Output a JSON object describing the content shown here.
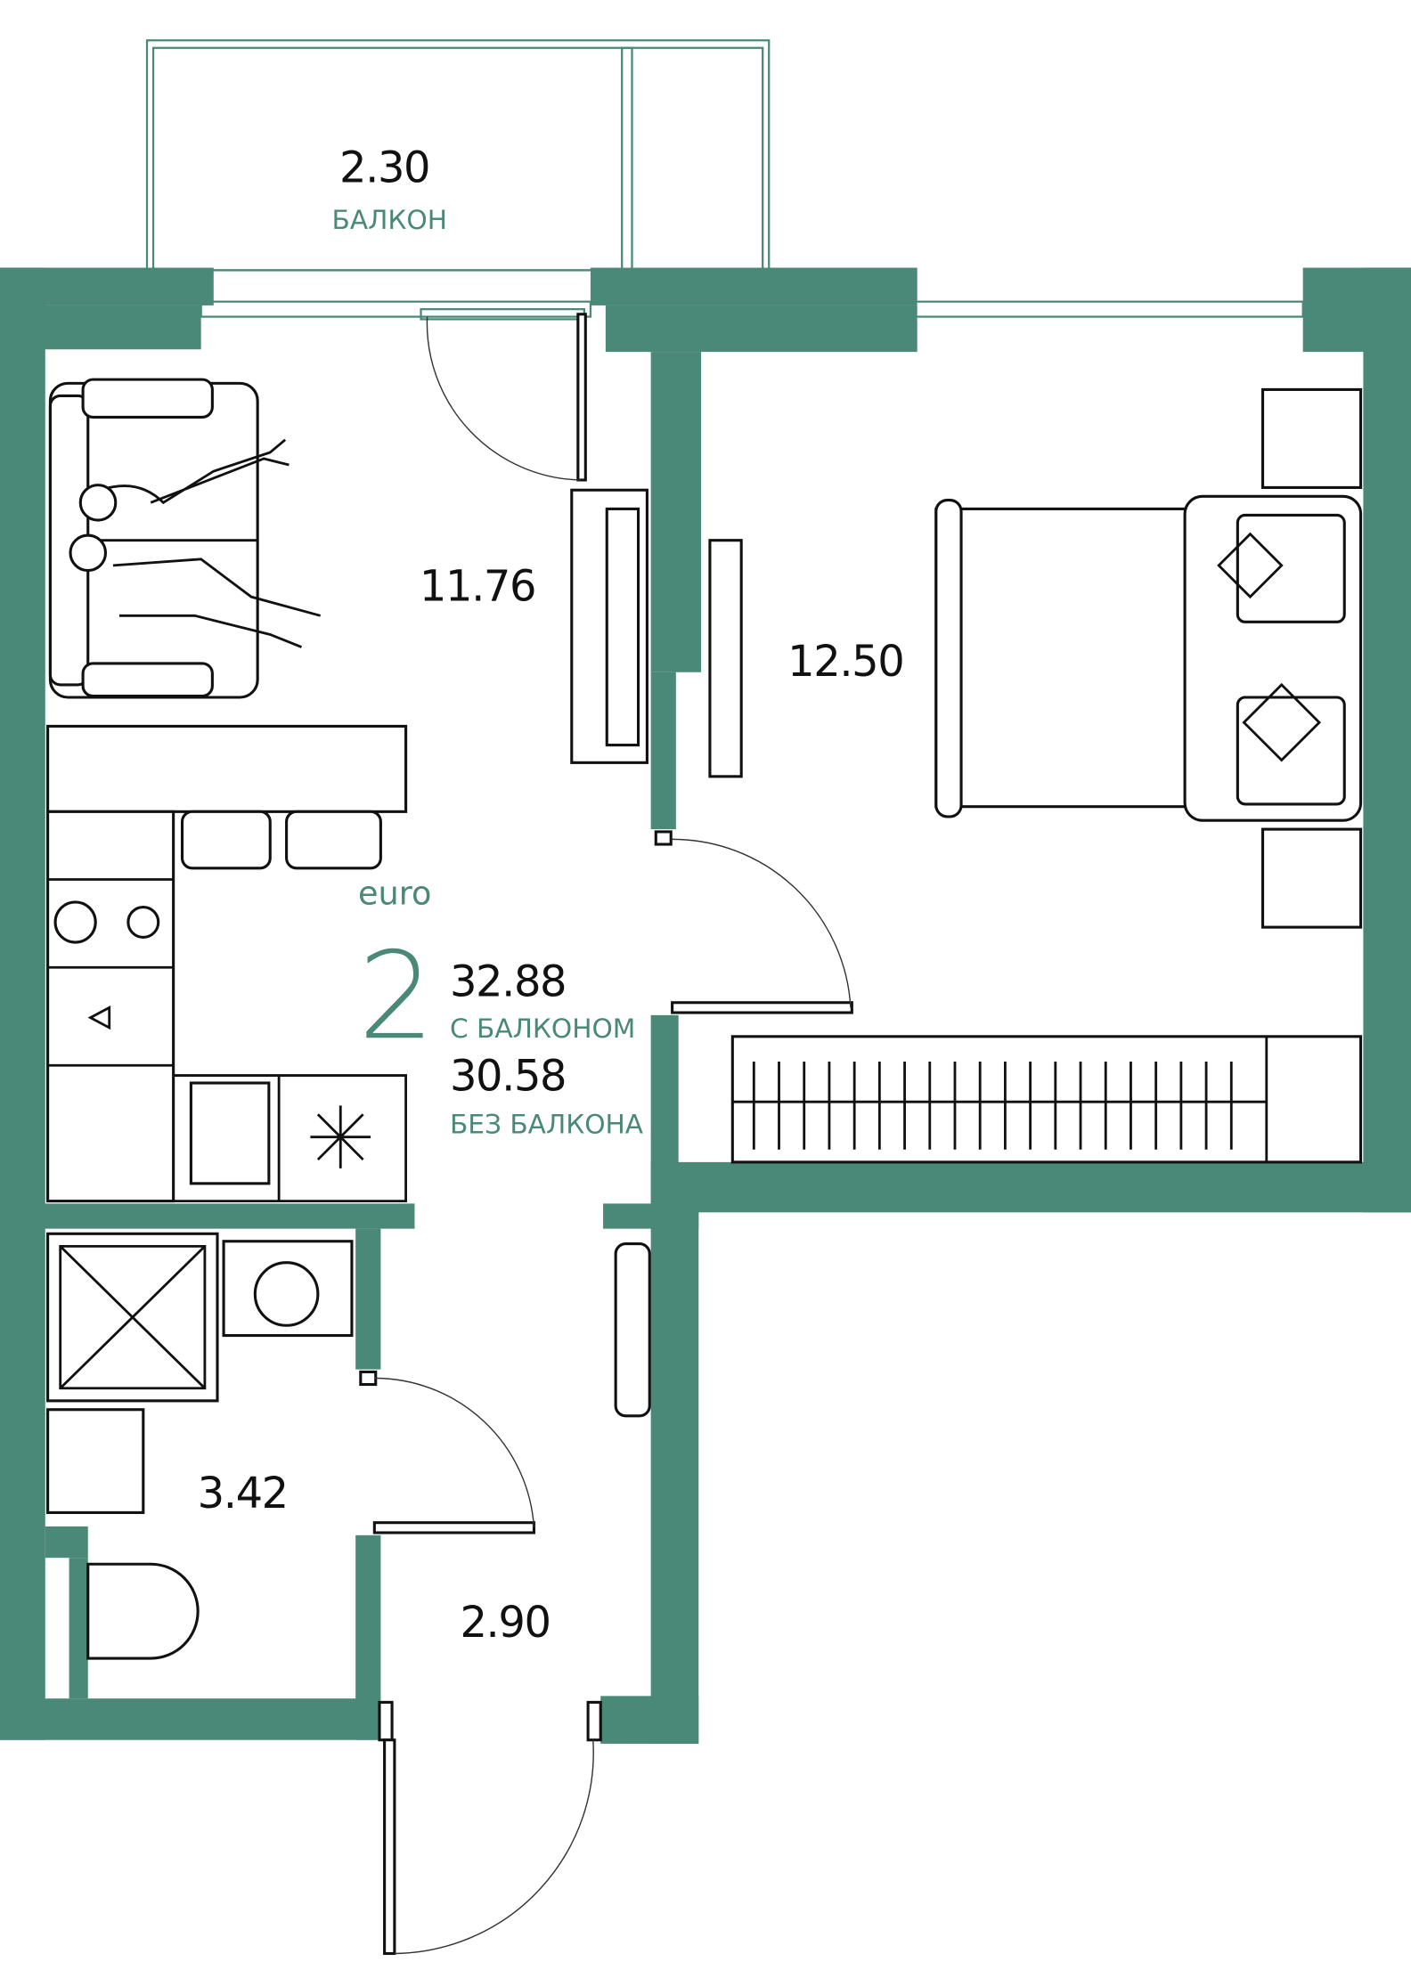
{
  "colors": {
    "wall": "#4a8877",
    "label": "#4a8877",
    "text": "#111111"
  },
  "balcony": {
    "area": "2.30",
    "label": "БАЛКОН"
  },
  "rooms": {
    "living_kitchen": "11.76",
    "bedroom": "12.50",
    "bathroom": "3.42",
    "hall": "2.90"
  },
  "summary": {
    "type_label": "euro",
    "rooms_count": "2",
    "area_with_balcony": "32.88",
    "with_balcony_label": "С БАЛКОНОМ",
    "area_without_balcony": "30.58",
    "without_balcony_label": "БЕЗ БАЛКОНА"
  }
}
